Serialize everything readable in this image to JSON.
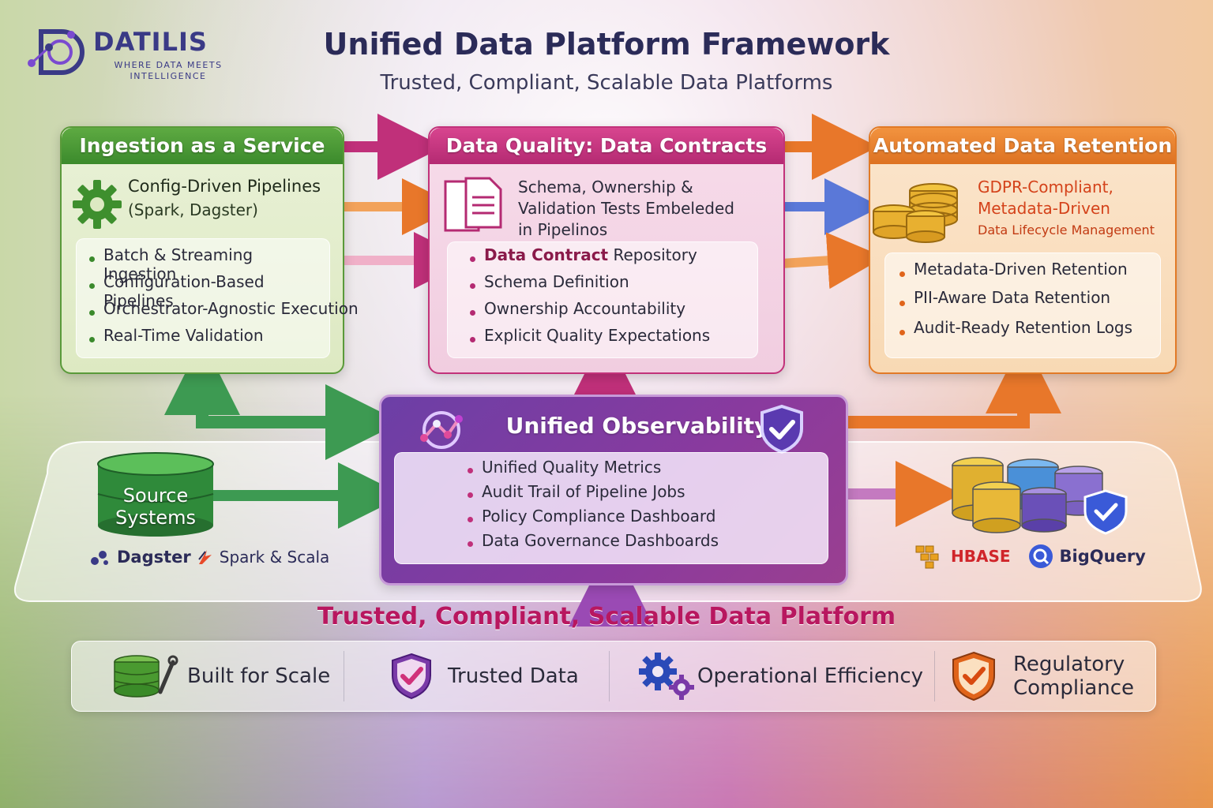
{
  "brand": {
    "name": "DATILIS",
    "tagline": "WHERE DATA MEETS INTELLIGENCE"
  },
  "header": {
    "title": "Unified Data Platform Framework",
    "subtitle": "Trusted, Compliant, Scalable Data Platforms"
  },
  "ingestion": {
    "title": "Ingestion as a Service",
    "feature_title": "Config-Driven Pipelines",
    "feature_sub": "(Spark, Dagster)",
    "items": [
      "Batch & Streaming Ingestion",
      "Configuration-Based Pipelines",
      "Orchestrator-Agnostic Execution",
      "Real-Time Validation"
    ]
  },
  "quality": {
    "title": "Data Quality: Data Contracts",
    "desc_line1": "Schema, Ownership &",
    "desc_line2": "Validation Tests Embeleded",
    "desc_line3": "in Pipelinos",
    "item0_bold": "Data Contract",
    "item0_rest": " Repository",
    "items": [
      "Schema Definition",
      "Ownership Accountability",
      "Explicit Quality Expectations"
    ]
  },
  "retention": {
    "title": "Automated Data Retention",
    "desc_line1": "GDPR-Compliant,",
    "desc_line2": "Metadata-Driven",
    "desc_line3": "Data Lifecycle Management",
    "items": [
      "Metadata-Driven Retention",
      "PII-Aware Data Retention",
      "Audit-Ready Retention Logs"
    ]
  },
  "observability": {
    "title": "Unified Observability",
    "items": [
      "Unified Quality Metrics",
      "Audit Trail of Pipeline Jobs",
      "Policy Compliance Dashboard",
      "Data Governance Dashboards"
    ]
  },
  "sources": {
    "label_line1": "Source",
    "label_line2": "Systems",
    "tools": [
      "Dagster",
      "Spark & Scala"
    ]
  },
  "storage": {
    "tools": [
      "HBASE",
      "BigQuery"
    ]
  },
  "platform": {
    "title": "Trusted, Compliant, Scalable Data Platform",
    "benefits": [
      "Built for Scale",
      "Trusted Data",
      "Operational Efficiency",
      "Regulatory",
      "Compliance"
    ]
  },
  "icons": [
    "logo-icon",
    "gear-icon",
    "document-icon",
    "coins-stack-icon",
    "network-icon",
    "shield-check-icon",
    "database-icon",
    "storage-cluster-icon",
    "dagster-icon",
    "spark-icon",
    "hbase-icon",
    "bigquery-icon",
    "db-wrench-icon",
    "gears-icon"
  ],
  "colors": {
    "green": "#3b8a2c",
    "magenta": "#b42a72",
    "orange": "#dd7222",
    "purple": "#6c3fa6",
    "navy": "#2b2b58"
  }
}
